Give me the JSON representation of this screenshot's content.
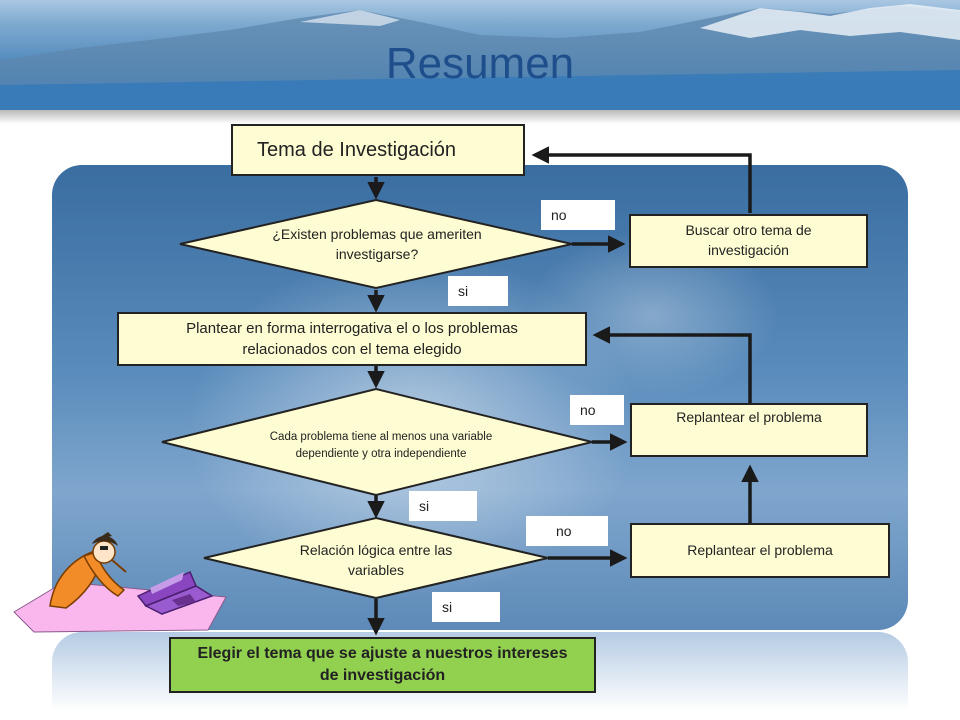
{
  "slide": {
    "title": "Resumen"
  },
  "flowchart": {
    "tema": "Tema de Investigación",
    "q1": "¿Existen problemas que ameriten investigarse?",
    "buscar": "Buscar otro tema de investigación",
    "plantear": "Plantear en forma interrogativa  el o los problemas relacionados con el tema elegido",
    "q2": "Cada problema tiene al menos una variable dependiente y otra independiente",
    "replantear1": "Replantear el problema",
    "q3": "Relación lógica entre las variables",
    "replantear2": "Replantear el problema",
    "elegir": "Elegir el tema que se ajuste a nuestros intereses de investigación"
  },
  "labels": {
    "no1": "no",
    "si1": "si",
    "no2": "no",
    "si2": "si",
    "no3": "no",
    "si3": "si"
  },
  "colors": {
    "box_fill": "#fefcd2",
    "final_fill": "#92d050",
    "title": "#1f4e8c"
  }
}
